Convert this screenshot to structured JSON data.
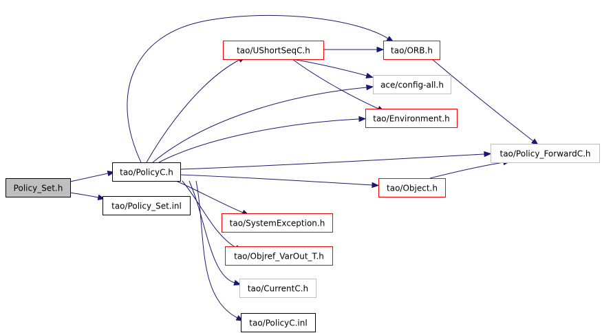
{
  "diagram": {
    "colors": {
      "edge": "#191970",
      "root_fill": "#bfbfbf",
      "root_border": "#000000",
      "documented_border": "#000000",
      "truncated_border": "#ff0000",
      "undocumented_border": "#bfbfbf"
    },
    "nodes": [
      {
        "id": "policy_set_h",
        "label": "Policy_Set.h",
        "kind": "root"
      },
      {
        "id": "policyc_h",
        "label": "tao/PolicyC.h",
        "kind": "documented"
      },
      {
        "id": "policy_set_inl",
        "label": "tao/Policy_Set.inl",
        "kind": "documented"
      },
      {
        "id": "ushortseqc_h",
        "label": "tao/UShortSeqC.h",
        "kind": "truncated"
      },
      {
        "id": "orb_h",
        "label": "tao/ORB.h",
        "kind": "truncated"
      },
      {
        "id": "config_all_h",
        "label": "ace/config-all.h",
        "kind": "undocumented"
      },
      {
        "id": "environment_h",
        "label": "tao/Environment.h",
        "kind": "truncated"
      },
      {
        "id": "policy_forwardc_h",
        "label": "tao/Policy_ForwardC.h",
        "kind": "undocumented"
      },
      {
        "id": "object_h",
        "label": "tao/Object.h",
        "kind": "truncated"
      },
      {
        "id": "systemexception_h",
        "label": "tao/SystemException.h",
        "kind": "truncated"
      },
      {
        "id": "objref_varout_t_h",
        "label": "tao/Objref_VarOut_T.h",
        "kind": "truncated"
      },
      {
        "id": "currentc_h",
        "label": "tao/CurrentC.h",
        "kind": "undocumented"
      },
      {
        "id": "policyc_inl",
        "label": "tao/PolicyC.inl",
        "kind": "documented"
      }
    ],
    "edges": [
      {
        "from": "policy_set_h",
        "to": "policyc_h"
      },
      {
        "from": "policy_set_h",
        "to": "policy_set_inl"
      },
      {
        "from": "policyc_h",
        "to": "orb_h"
      },
      {
        "from": "policyc_h",
        "to": "ushortseqc_h"
      },
      {
        "from": "policyc_h",
        "to": "config_all_h"
      },
      {
        "from": "policyc_h",
        "to": "environment_h"
      },
      {
        "from": "policyc_h",
        "to": "policy_forwardc_h"
      },
      {
        "from": "policyc_h",
        "to": "object_h"
      },
      {
        "from": "policyc_h",
        "to": "systemexception_h"
      },
      {
        "from": "policyc_h",
        "to": "objref_varout_t_h"
      },
      {
        "from": "policyc_h",
        "to": "currentc_h"
      },
      {
        "from": "policyc_h",
        "to": "policyc_inl"
      },
      {
        "from": "ushortseqc_h",
        "to": "orb_h"
      },
      {
        "from": "ushortseqc_h",
        "to": "config_all_h"
      },
      {
        "from": "ushortseqc_h",
        "to": "environment_h"
      },
      {
        "from": "orb_h",
        "to": "policy_forwardc_h"
      },
      {
        "from": "object_h",
        "to": "policy_forwardc_h"
      }
    ]
  }
}
